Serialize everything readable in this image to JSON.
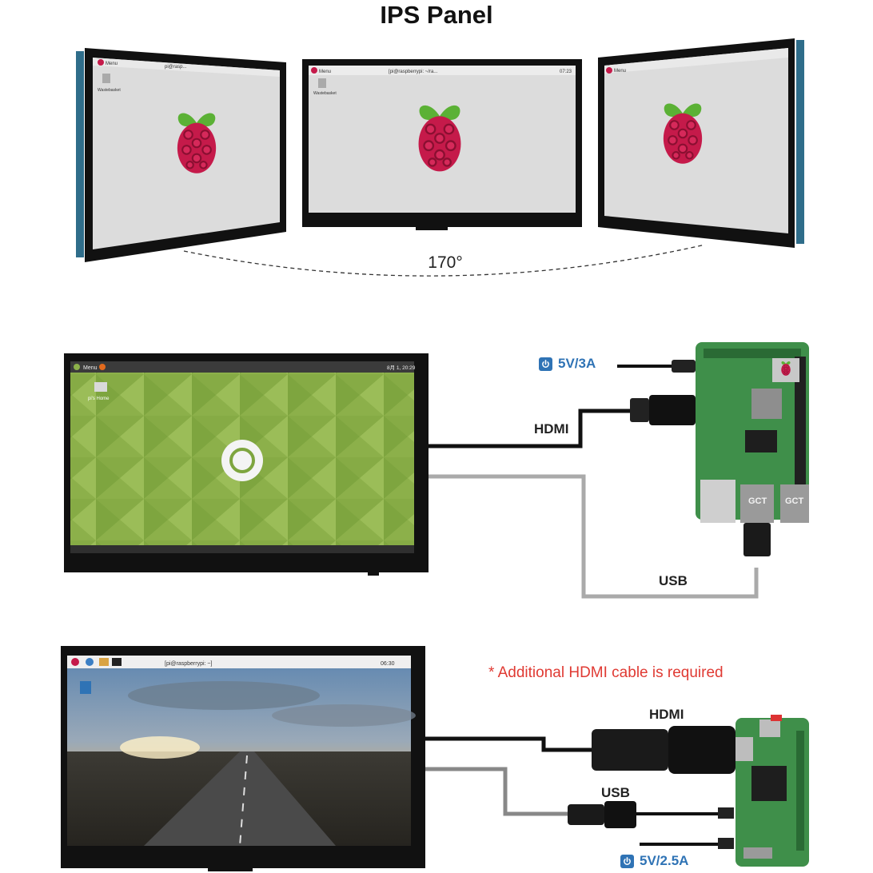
{
  "title": "IPS Panel",
  "viewing_angle": "170°",
  "screens": {
    "left": {
      "menu": "Menu",
      "terminal": "pi@rasp...",
      "trash": "Wastebasket"
    },
    "center": {
      "menu": "Menu",
      "terminal": "[pi@raspberrypi: ~/ra...",
      "time": "07:23",
      "trash": "Wastebasket"
    },
    "right": {
      "menu": "Menu"
    }
  },
  "setup_pi3": {
    "power": "5V/3A",
    "hdmi": "HDMI",
    "usb": "USB",
    "taskbar": {
      "menu": "Menu",
      "time": "8月 1, 20:29"
    },
    "desktop_icon": "pi's Home",
    "port_labels": [
      "GCT",
      "GCT"
    ]
  },
  "setup_zero": {
    "note": "* Additional HDMI cable is required",
    "hdmi": "HDMI",
    "usb": "USB",
    "power": "5V/2.5A",
    "taskbar": {
      "terminal": "[pi@raspberrypi: ~]",
      "time": "06:30"
    }
  },
  "colors": {
    "accent_blue": "#2f73b5",
    "note_red": "#e03a33",
    "board_green": "#3f8f4a",
    "desktop_green": "#8cb04a",
    "screen_gray": "#dcdcdc"
  },
  "icons": [
    "power-icon",
    "raspberry-logo-icon",
    "trash-icon",
    "ubuntu-mate-logo-icon",
    "bluetooth-icon",
    "wifi-icon",
    "volume-icon"
  ]
}
